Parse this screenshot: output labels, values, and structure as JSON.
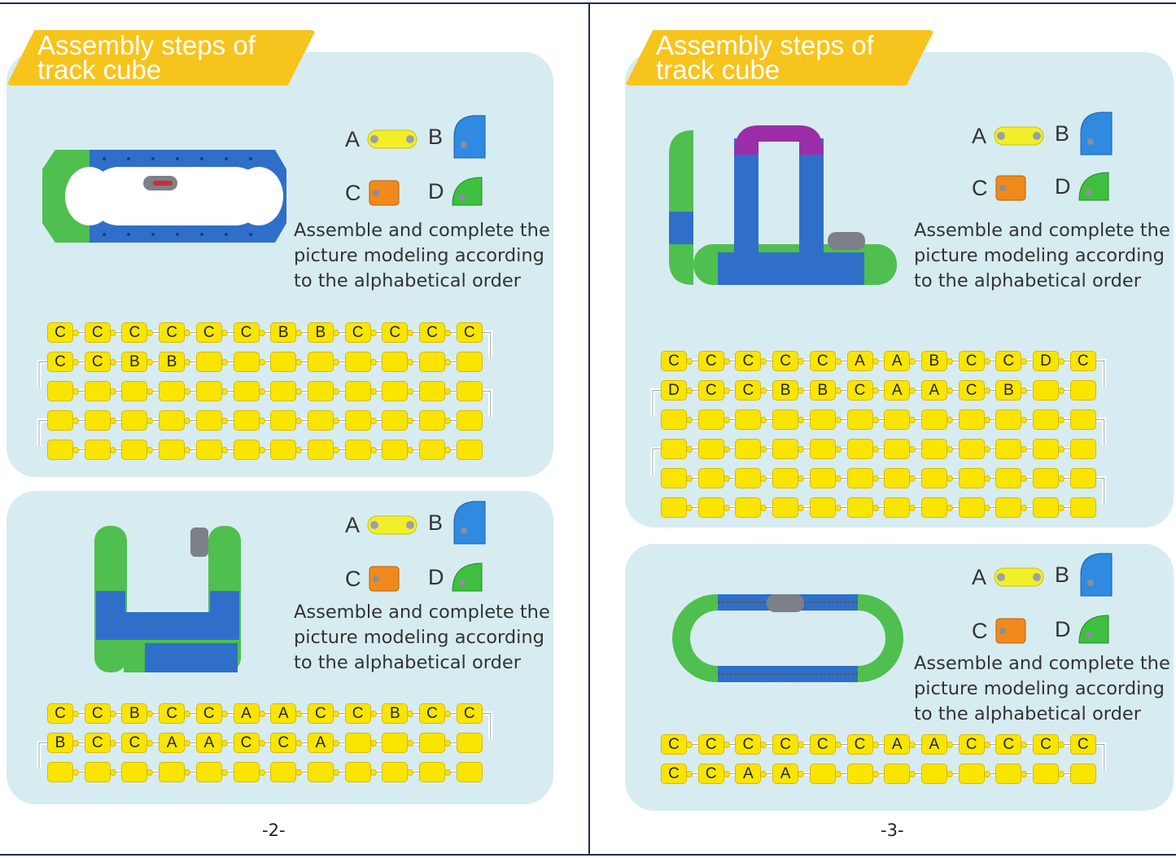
{
  "pages": [
    {
      "number": "-2-",
      "panels": [
        {
          "banner": [
            "Assembly steps of",
            "track cube"
          ],
          "pieces": {
            "a": "A",
            "b": "B",
            "c": "C",
            "d": "D"
          },
          "instruction": [
            "Assemble and complete the",
            "picture modeling according",
            "to the alphabetical order"
          ],
          "sequence": [
            [
              "C",
              "C",
              "C",
              "C",
              "C",
              "C",
              "B",
              "B",
              "C",
              "C",
              "C",
              "C"
            ],
            [
              "C",
              "C",
              "B",
              "B",
              "",
              "",
              "",
              "",
              "",
              "",
              "",
              ""
            ],
            [
              "",
              "",
              "",
              "",
              "",
              "",
              "",
              "",
              "",
              "",
              "",
              ""
            ],
            [
              "",
              "",
              "",
              "",
              "",
              "",
              "",
              "",
              "",
              "",
              "",
              ""
            ],
            [
              "",
              "",
              "",
              "",
              "",
              "",
              "",
              "",
              "",
              "",
              "",
              ""
            ]
          ]
        },
        {
          "banner": [],
          "pieces": {
            "a": "A",
            "b": "B",
            "c": "C",
            "d": "D"
          },
          "instruction": [
            "Assemble and complete the",
            "picture modeling according",
            "to the alphabetical order"
          ],
          "sequence": [
            [
              "C",
              "C",
              "B",
              "C",
              "C",
              "A",
              "A",
              "C",
              "C",
              "B",
              "C",
              "C"
            ],
            [
              "B",
              "C",
              "C",
              "A",
              "A",
              "C",
              "C",
              "A",
              "",
              "",
              "",
              ""
            ],
            [
              "",
              "",
              "",
              "",
              "",
              "",
              "",
              "",
              "",
              "",
              "",
              ""
            ]
          ]
        }
      ]
    },
    {
      "number": "-3-",
      "panels": [
        {
          "banner": [
            "Assembly steps of",
            "track cube"
          ],
          "pieces": {
            "a": "A",
            "b": "B",
            "c": "C",
            "d": "D"
          },
          "instruction": [
            "Assemble and complete the",
            "picture modeling according",
            "to the alphabetical order"
          ],
          "sequence": [
            [
              "C",
              "C",
              "C",
              "C",
              "C",
              "A",
              "A",
              "B",
              "C",
              "C",
              "D",
              "C"
            ],
            [
              "D",
              "C",
              "C",
              "B",
              "B",
              "C",
              "A",
              "A",
              "C",
              "B",
              "",
              ""
            ],
            [
              "",
              "",
              "",
              "",
              "",
              "",
              "",
              "",
              "",
              "",
              "",
              ""
            ],
            [
              "",
              "",
              "",
              "",
              "",
              "",
              "",
              "",
              "",
              "",
              "",
              ""
            ],
            [
              "",
              "",
              "",
              "",
              "",
              "",
              "",
              "",
              "",
              "",
              "",
              ""
            ],
            [
              "",
              "",
              "",
              "",
              "",
              "",
              "",
              "",
              "",
              "",
              "",
              ""
            ]
          ]
        },
        {
          "banner": [],
          "pieces": {
            "a": "A",
            "b": "B",
            "c": "C",
            "d": "D"
          },
          "instruction": [
            "Assemble and complete the",
            "picture modeling according",
            "to the alphabetical order"
          ],
          "sequence": [
            [
              "C",
              "C",
              "C",
              "C",
              "C",
              "C",
              "A",
              "A",
              "C",
              "C",
              "C",
              "C"
            ],
            [
              "C",
              "C",
              "A",
              "A",
              "",
              "",
              "",
              "",
              "",
              "",
              "",
              ""
            ]
          ]
        }
      ]
    }
  ],
  "colors": {
    "panel": "#d7ecf1",
    "banner": "#f7c41d",
    "cell": "#f9e500",
    "track_blue": "#2f6fc9",
    "track_green": "#4fbf4f",
    "track_purple": "#9b2ea8",
    "piece_a": "#f2ef2a",
    "piece_b": "#2f8ae0",
    "piece_c": "#f08a1c",
    "piece_d": "#3fbf3f"
  }
}
